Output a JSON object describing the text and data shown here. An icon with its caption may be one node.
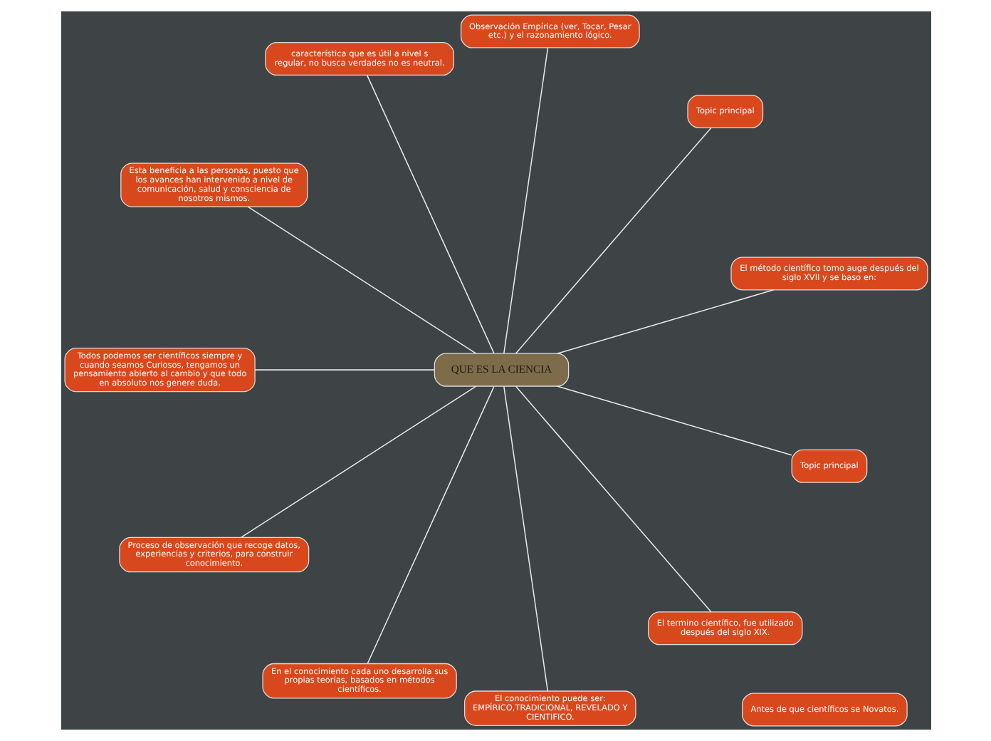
{
  "diagram": {
    "nodes": [
      {
        "text": [
          "QUE ES LA CIENCIA"
        ]
      },
      {
        "text": [
          "El método científico tomo auge después del siglo XVII y se baso en:"
        ]
      },
      {
        "text": [
          "Topic principal"
        ]
      },
      {
        "text": [
          "Observación Empírica (ver, Tocar, Pesar etc.) y el razonamiento lógico."
        ]
      },
      {
        "text": [
          "característica que es útil a nivel s regular, no busca verdades no es neutral."
        ]
      },
      {
        "text": [
          "Esta beneficia a las personas, puesto que los avances han intervenido a nivel de comunicación, salud y consciencia de nosotros mismos."
        ]
      },
      {
        "text": [
          "Todos podemos ser científicos siempre y cuando seamos Curiosos, tengamos un pensamiento abierto al cambio y que todo en absoluto nos genere duda."
        ]
      },
      {
        "text": [
          "Proceso de observación que recoge datos, experiencias y criterios, para construir conocimiento."
        ]
      },
      {
        "text": [
          "En el conocimiento cada uno desarrolla sus propias teorías, basados en métodos científicos."
        ]
      },
      {
        "text": [
          "El conocimiento puede ser: EMPÍRICO,TRADICIONAL, REVELADO Y CIENTIFICO."
        ]
      },
      {
        "text": [
          "El termino científico, fue utilizado después del siglo XIX."
        ]
      },
      {
        "text": [
          "Topic principal"
        ]
      },
      {
        "text": [
          "Antes de que científicos se Novatos."
        ]
      }
    ],
    "edges": [
      {
        "from": 0,
        "to": 1,
        "arrow": "none"
      },
      {
        "from": 0,
        "to": 2,
        "arrow": "none"
      },
      {
        "from": 0,
        "to": 3,
        "arrow": "none"
      },
      {
        "from": 0,
        "to": 4,
        "arrow": "none"
      },
      {
        "from": 0,
        "to": 5,
        "arrow": "none"
      },
      {
        "from": 0,
        "to": 6,
        "arrow": "none"
      },
      {
        "from": 0,
        "to": 7,
        "arrow": "none"
      },
      {
        "from": 0,
        "to": 8,
        "arrow": "none"
      },
      {
        "from": 0,
        "to": 9,
        "arrow": "none"
      },
      {
        "from": 0,
        "to": 10,
        "arrow": "none"
      },
      {
        "from": 0,
        "to": 11,
        "arrow": "none"
      }
    ]
  }
}
